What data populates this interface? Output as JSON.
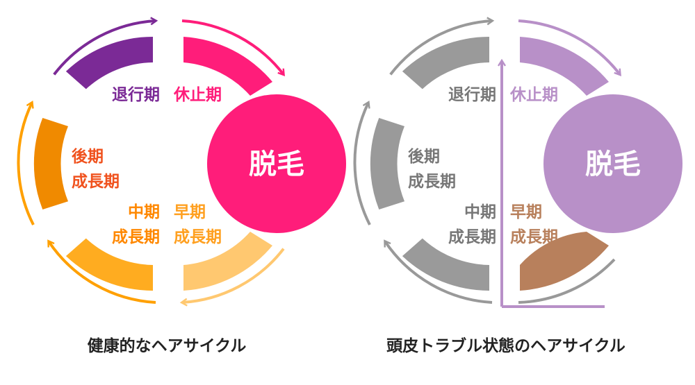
{
  "healthy": {
    "caption": "健康的なヘアサイクル",
    "center": {
      "text": "脱毛",
      "color": "#ff1d7a"
    },
    "phases": {
      "retro": {
        "label": "退行期",
        "color": "#7b2a96"
      },
      "rest": {
        "label": "休止期",
        "color": "#ff1d7a"
      },
      "late": {
        "line1": "後期",
        "line2": "成長期",
        "color": "#f08a00"
      },
      "mid": {
        "line1": "中期",
        "line2": "成長期",
        "color": "#ffac20"
      },
      "early": {
        "line1": "早期",
        "line2": "成長期",
        "color": "#ffb850"
      }
    }
  },
  "trouble": {
    "caption": "頭皮トラブル状態のヘアサイクル",
    "center": {
      "text": "脱毛",
      "color": "#b890c8"
    },
    "phases": {
      "retro": {
        "label": "退行期",
        "color": "#888888"
      },
      "rest": {
        "label": "休止期",
        "color": "#b890c8"
      },
      "late": {
        "line1": "後期",
        "line2": "成長期",
        "color": "#888888"
      },
      "mid": {
        "line1": "中期",
        "line2": "成長期",
        "color": "#888888"
      },
      "early": {
        "line1": "早期",
        "line2": "成長期",
        "color": "#b8805c"
      }
    }
  }
}
